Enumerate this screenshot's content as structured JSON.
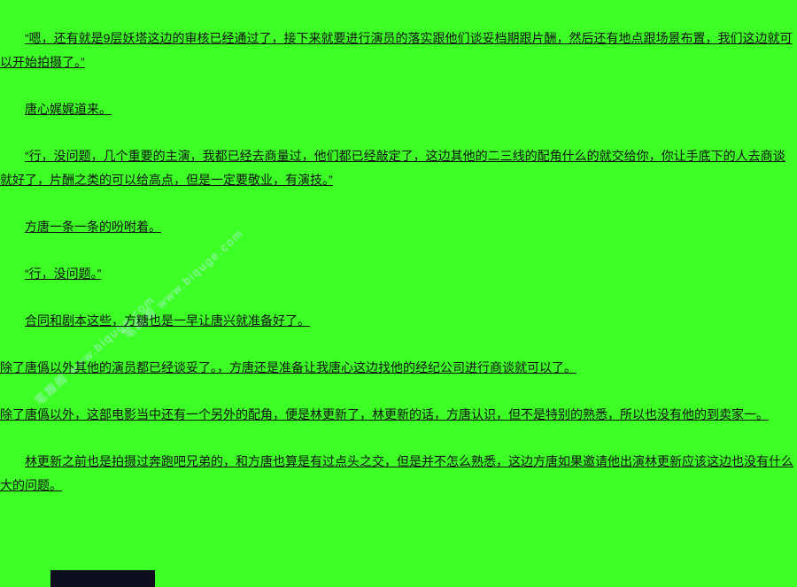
{
  "page": {
    "background_color": "#3dff26",
    "text_color": "#111111"
  },
  "paragraphs": [
    {
      "text": "“嗯，还有就是9层妖塔这边的审核已经通过了，接下来就要进行演员的落实跟他们谈妥档期跟片酬，然后还有地点跟场景布置，我们这边就可以开始拍摄了。”",
      "indent": true
    },
    {
      "text": "唐心娓娓道来。",
      "indent": true
    },
    {
      "text": "“行，没问题，几个重要的主演，我都已经去商量过，他们都已经敲定了，这边其他的二三线的配角什么的就交给你，你让手底下的人去商谈就好了，片酬之类的可以给高点，但是一定要敬业，有演技。”",
      "indent": true
    },
    {
      "text": "方唐一条一条的吩咐着。",
      "indent": true
    },
    {
      "text": "“行，没问题。”",
      "indent": true
    },
    {
      "text": "合同和剧本这些，方糖也是一早让唐兴就准备好了。",
      "indent": true
    },
    {
      "text": "除了唐僞以外其他的演员都已经谈妥了。，方唐还是准备让我唐心这边找他的经纪公司进行商谈就可以了。",
      "indent": false
    },
    {
      "text": "除了唐僞以外，这部电影当中还有一个另外的配角，便是林更新了，林更新的话，方唐认识，但不是特别的熟悉，所以也没有他的到卖家一。",
      "indent": false
    },
    {
      "text": "林更新之前也是拍摄过奔跑吧兄弟的，和方唐也算是有过点头之交，但是并不怎么熟悉，这边方唐如果邀请他出演林更新应该这边也没有什么大的问题。",
      "indent": true
    }
  ],
  "watermark": {
    "text": "笔趣阁 www.biquge.com",
    "color": "#bfe3ff"
  },
  "bottom_bar": {
    "color": "#0d0d20"
  }
}
